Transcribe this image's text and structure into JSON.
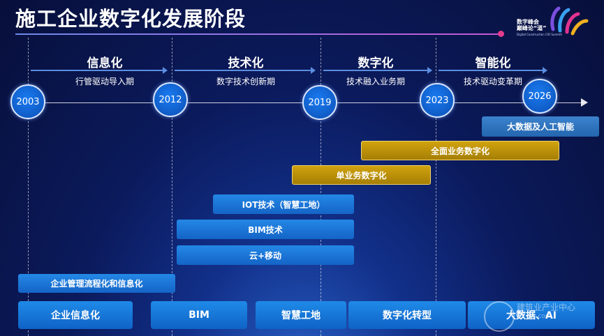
{
  "title": "施工企业数字化发展阶段",
  "logo": {
    "line1": "数字峰会",
    "line2": "巅峰论“道”",
    "line3": "Digital Construction CIO Summit"
  },
  "years": [
    "2003",
    "2012",
    "2019",
    "2023",
    "2026"
  ],
  "phases": [
    {
      "title": "信息化",
      "subtitle": "行管驱动导入期"
    },
    {
      "title": "技术化",
      "subtitle": "数字技术创新期"
    },
    {
      "title": "数字化",
      "subtitle": "技术融入业务期"
    },
    {
      "title": "智能化",
      "subtitle": "技术驱动变革期"
    }
  ],
  "bars": [
    {
      "label": "大数据及人工智能",
      "color": "grey"
    },
    {
      "label": "全面业务数字化",
      "color": "gold"
    },
    {
      "label": "单业务数字化",
      "color": "gold"
    },
    {
      "label": "IOT技术（智慧工地）",
      "color": "blue"
    },
    {
      "label": "BIM技术",
      "color": "blue"
    },
    {
      "label": "云+移动",
      "color": "blue"
    },
    {
      "label": "企业管理流程化和信息化",
      "color": "blue"
    }
  ],
  "bottom_items": [
    "企业信息化",
    "BIM",
    "智慧工地",
    "数字化转型",
    "大数据、AI"
  ],
  "watermark": {
    "line1": "建筑业产业中心",
    "line2": "jzyzx.com"
  }
}
